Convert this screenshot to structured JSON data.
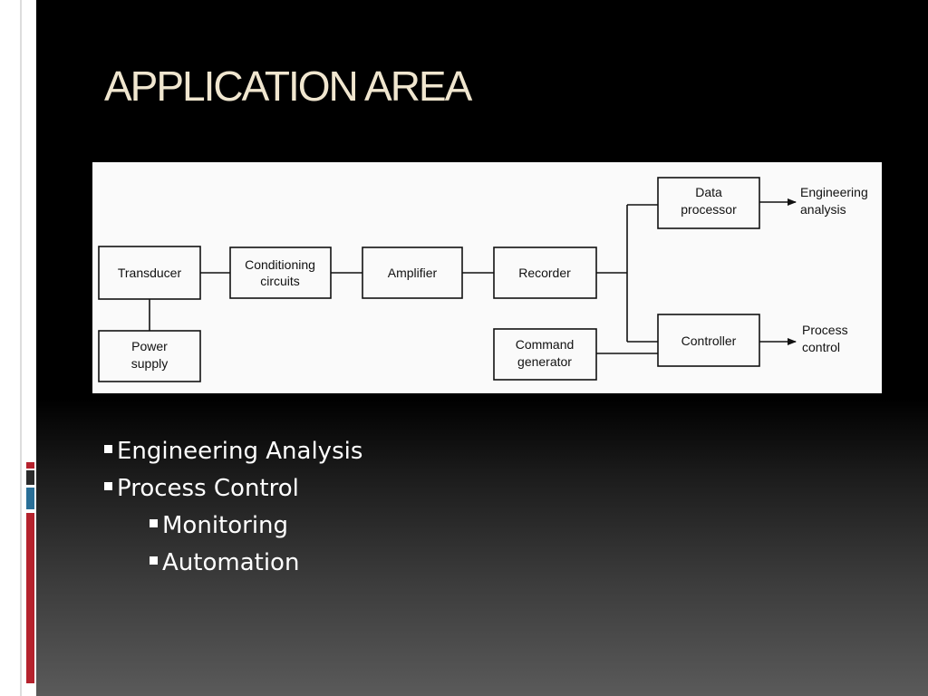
{
  "slide": {
    "title": "APPLICATION AREA"
  },
  "diagram": {
    "blocks": {
      "transducer": [
        "Transducer"
      ],
      "conditioning": [
        "Conditioning",
        "circuits"
      ],
      "amplifier": [
        "Amplifier"
      ],
      "recorder": [
        "Recorder"
      ],
      "data_processor": [
        "Data",
        "processor"
      ],
      "controller": [
        "Controller"
      ],
      "power_supply": [
        "Power",
        "supply"
      ],
      "command_generator": [
        "Command",
        "generator"
      ]
    },
    "outputs": {
      "engineering": [
        "Engineering",
        "analysis"
      ],
      "process": [
        "Process",
        "control"
      ]
    }
  },
  "bullets": [
    {
      "text": "Engineering Analysis",
      "level": 1
    },
    {
      "text": "Process Control",
      "level": 1
    },
    {
      "text": "Monitoring",
      "level": 2
    },
    {
      "text": "Automation",
      "level": 2
    }
  ],
  "colors": {
    "title": "#f0e6cf",
    "accent_red": "#b5222d",
    "accent_blue": "#2a6f97",
    "accent_dark": "#2b2b2b"
  }
}
